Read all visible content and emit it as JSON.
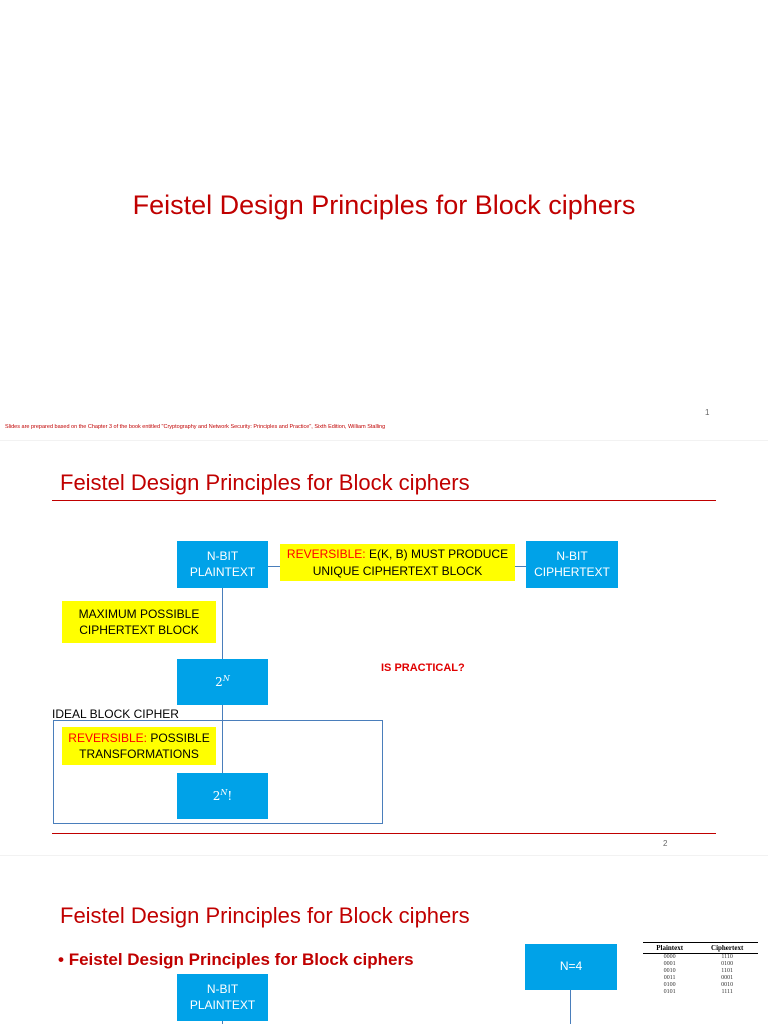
{
  "slide1": {
    "title": "Feistel Design Principles for Block ciphers",
    "footnote": "Slides are prepared based on the Chapter 3 of the book entitled \"Cryptography and Network Security: Principles and Practice\", Sixth Edition, William Stalling",
    "page": "1"
  },
  "slide2": {
    "title": "Feistel Design Principles for Block ciphers",
    "plaintext_box": [
      "N-BIT",
      "PLAINTEXT"
    ],
    "ciphertext_box": [
      "N-BIT",
      "CIPHERTEXT"
    ],
    "reversible_word": "REVERSIBLE:",
    "reversible_rest_line1": " E(K, B) MUST PRODUCE",
    "reversible_line2": "UNIQUE CIPHERTEXT BLOCK",
    "max_note": [
      "MAXIMUM POSSIBLE",
      "CIPHERTEXT BLOCK"
    ],
    "two_n": "2",
    "two_n_sup": "N",
    "practical_question": "IS PRACTICAL?",
    "ideal_label": "IDEAL BLOCK CIPHER",
    "transform_word": "REVERSIBLE:",
    "transform_rest_line1": " POSSIBLE",
    "transform_line2": "TRANSFORMATIONS",
    "two_n_fact": "2",
    "two_n_fact_sup": "N",
    "two_n_fact_suffix": "!",
    "page": "2"
  },
  "slide3": {
    "title": "Feistel Design Principles for Block ciphers",
    "bullet": "Feistel Design Principles for Block ciphers",
    "plaintext_box": [
      "N-BIT",
      "PLAINTEXT"
    ],
    "n_box": "N=4",
    "table": {
      "headers": [
        "Plaintext",
        "Ciphertext"
      ],
      "rows": [
        [
          "0000",
          "1110"
        ],
        [
          "0001",
          "0100"
        ],
        [
          "0010",
          "1101"
        ],
        [
          "0011",
          "0001"
        ],
        [
          "0100",
          "0010"
        ],
        [
          "0101",
          "1111"
        ]
      ]
    }
  }
}
